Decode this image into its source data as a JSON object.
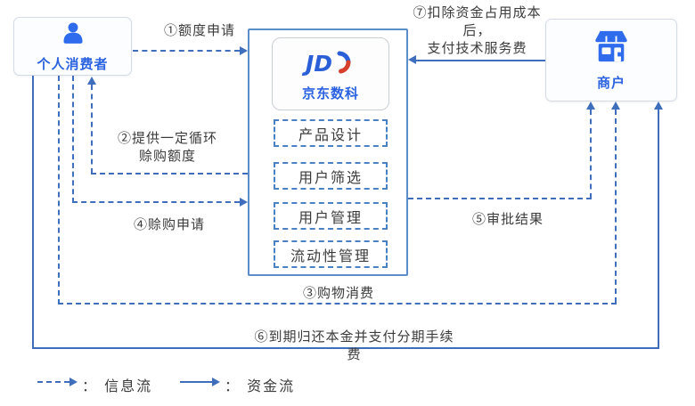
{
  "nodes": {
    "consumer": {
      "label": "个人消费者",
      "icon": "person-icon"
    },
    "platform": {
      "logo_text": "JDD",
      "label": "京东数科",
      "functions": [
        "产品设计",
        "用户筛选",
        "用户管理",
        "流动性管理"
      ]
    },
    "merchant": {
      "label": "商户",
      "icon": "storefront-icon"
    }
  },
  "flows": {
    "f1": {
      "label": "①额度申请",
      "type": "dashed",
      "from": "consumer",
      "to": "platform"
    },
    "f2": {
      "label1": "②提供一定循环",
      "label2": "赊购额度",
      "type": "dashed",
      "from": "platform",
      "to": "consumer"
    },
    "f3": {
      "label": "③购物消费",
      "type": "dashed",
      "from": "consumer",
      "to": "merchant"
    },
    "f4": {
      "label": "④赊购申请",
      "type": "dashed",
      "from": "consumer",
      "to": "platform"
    },
    "f5": {
      "label": "⑤审批结果",
      "type": "dashed",
      "from": "platform",
      "to": "merchant"
    },
    "f6": {
      "label": "⑥到期归还本金并支付分期手续费",
      "type": "solid",
      "from": "consumer",
      "to": "merchant"
    },
    "f7": {
      "label1": "⑦扣除资金占用成本后，",
      "label2": "支付技术服务费",
      "type": "solid",
      "from": "merchant",
      "to": "platform"
    }
  },
  "legend": {
    "dashed": {
      "label": "： 信息流"
    },
    "solid": {
      "label": "： 资金流"
    }
  },
  "colors": {
    "line_blue": "#3f6ebc",
    "brand_blue": "#2a5fd7",
    "icon_blue": "#2e6ced",
    "brand_red": "#d8402e",
    "label_text": "#3b3b3b"
  }
}
